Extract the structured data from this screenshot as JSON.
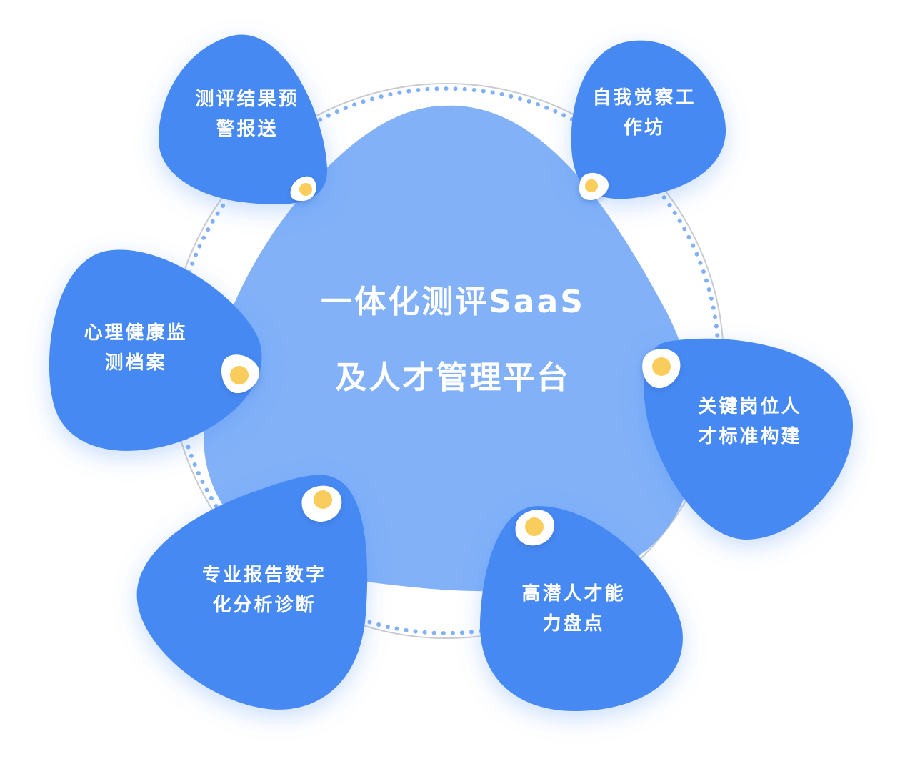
{
  "center": {
    "line1": "一体化测评SaaS",
    "line2": "及人才管理平台"
  },
  "petals": [
    {
      "id": "warning",
      "line1": "测评结果预",
      "line2": "警报送"
    },
    {
      "id": "workshop",
      "line1": "自我觉察工",
      "line2": "作坊"
    },
    {
      "id": "mental",
      "line1": "心理健康监",
      "line2": "测档案"
    },
    {
      "id": "keyrole",
      "line1": "关键岗位人",
      "line2": "才标准构建"
    },
    {
      "id": "report",
      "line1": "专业报告数字",
      "line2": "化分析诊断"
    },
    {
      "id": "potential",
      "line1": "高潜人才能",
      "line2": "力盘点"
    }
  ],
  "colors": {
    "petal": "#4789f2",
    "center": "#82b1f8",
    "ring_dots": "#82b1f8",
    "ring_line": "#c9ccd3",
    "node": "#f9cd5b"
  }
}
